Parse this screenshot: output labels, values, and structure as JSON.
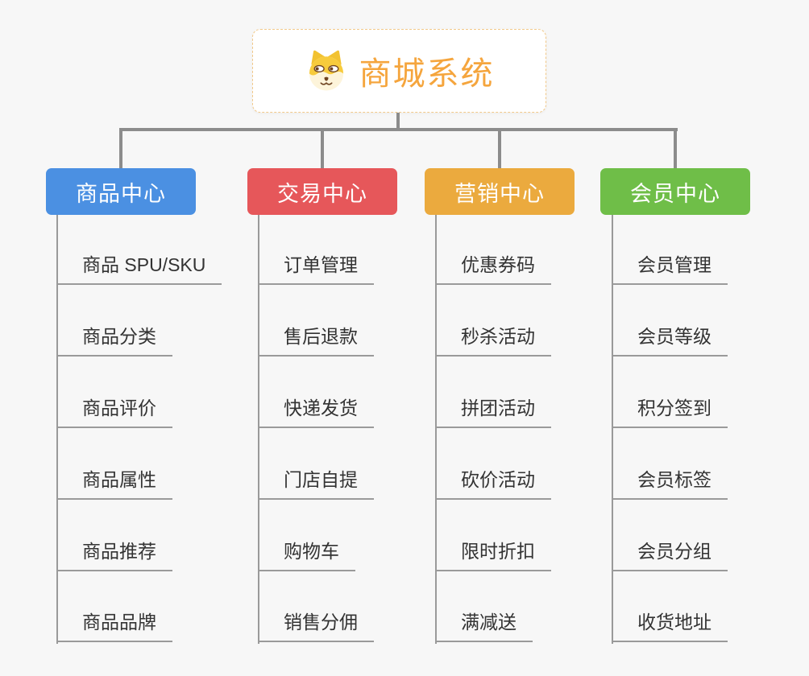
{
  "root": {
    "title": "商城系统",
    "title_color": "#f5a53d",
    "border_color": "#f2c98a",
    "icon": "dog-face-icon"
  },
  "connector_color": "#8c8c8c",
  "branches": [
    {
      "label": "商品中心",
      "color": "#4b90e2",
      "children": [
        "商品 SPU/SKU",
        "商品分类",
        "商品评价",
        "商品属性",
        "商品推荐",
        "商品品牌"
      ]
    },
    {
      "label": "交易中心",
      "color": "#e6575a",
      "children": [
        "订单管理",
        "售后退款",
        "快递发货",
        "门店自提",
        "购物车",
        "销售分佣"
      ]
    },
    {
      "label": "营销中心",
      "color": "#ebaa3e",
      "children": [
        "优惠券码",
        "秒杀活动",
        "拼团活动",
        "砍价活动",
        "限时折扣",
        "满减送"
      ]
    },
    {
      "label": "会员中心",
      "color": "#6fbe48",
      "children": [
        "会员管理",
        "会员等级",
        "积分签到",
        "会员标签",
        "会员分组",
        "收货地址"
      ]
    }
  ]
}
